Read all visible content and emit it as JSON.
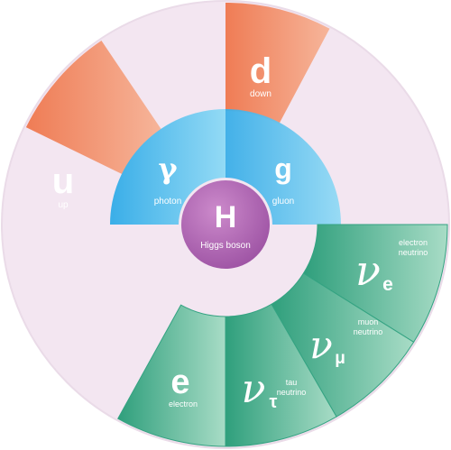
{
  "diagram": {
    "colors": {
      "background": "#f3e6f1",
      "quark": "#f08a62",
      "boson": "#4db8ec",
      "higgs": "#b168b4",
      "lepton": "#3fb28e"
    },
    "higgs": {
      "symbol": "H",
      "name": "Higgs boson"
    },
    "bosons": [
      {
        "symbol": "γ",
        "name": "photon"
      },
      {
        "symbol": "g",
        "name": "gluon"
      }
    ],
    "quarks": [
      {
        "symbol": "d",
        "name": "down"
      },
      {
        "symbol": "u",
        "name": "up"
      }
    ],
    "leptons": [
      {
        "symbol": "ν",
        "subscript": "e",
        "name_lines": [
          "electron",
          "neutrino"
        ]
      },
      {
        "symbol": "ν",
        "subscript": "μ",
        "name_lines": [
          "muon",
          "neutrino"
        ]
      },
      {
        "symbol": "ν",
        "subscript": "τ",
        "name_lines": [
          "tau",
          "neutrino"
        ]
      },
      {
        "symbol": "e",
        "subscript": "",
        "name_lines": [
          "electron"
        ]
      }
    ]
  }
}
